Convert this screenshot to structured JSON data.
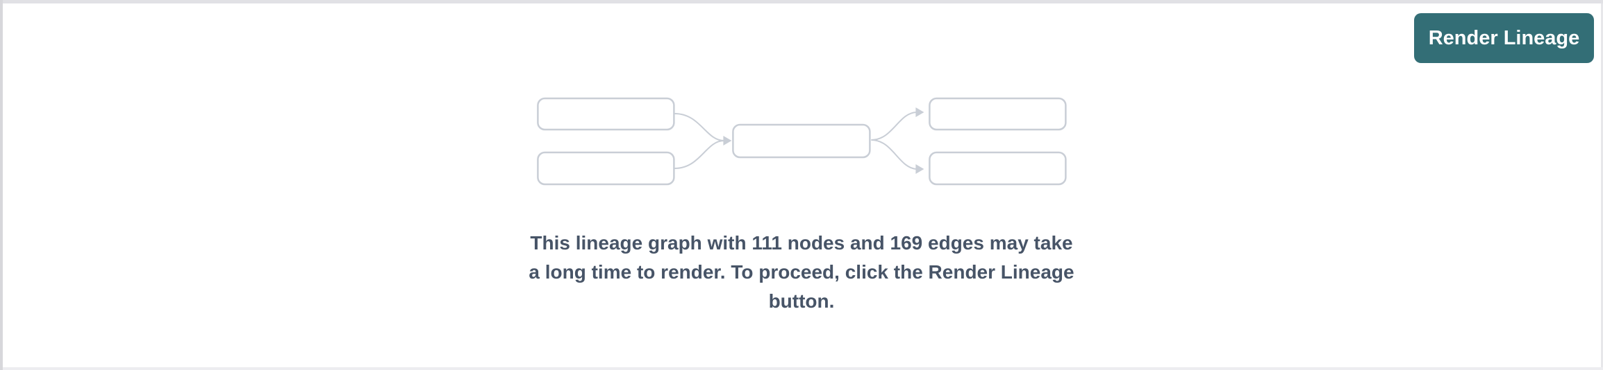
{
  "header": {
    "render_button_label": "Render Lineage"
  },
  "empty_state": {
    "message_full": "This lineage graph with 111 nodes and 169 edges may take a long time to render. To proceed, click the Render Lineage button.",
    "message_lines": [
      "This lineage graph with 111 nodes and 169 edges may take",
      "a long time to render. To proceed, click the Render Lineage",
      "button."
    ],
    "node_count": 111,
    "edge_count": 169
  },
  "graph_placeholder": {
    "description": "placeholder-lineage-diagram",
    "upstream_nodes": 2,
    "middle_nodes": 1,
    "downstream_nodes": 2
  },
  "colors": {
    "accent": "#336e76",
    "accent_text": "#ffffff",
    "message_color": "#475467",
    "placeholder_stroke": "#c9ced6",
    "panel_bg": "#ffffff",
    "border_top_color": "#e1e1e5",
    "border_left_color": "#d7d7db",
    "border_right_color": "#e7e7ea",
    "border_bottom_color": "#ededf0"
  }
}
